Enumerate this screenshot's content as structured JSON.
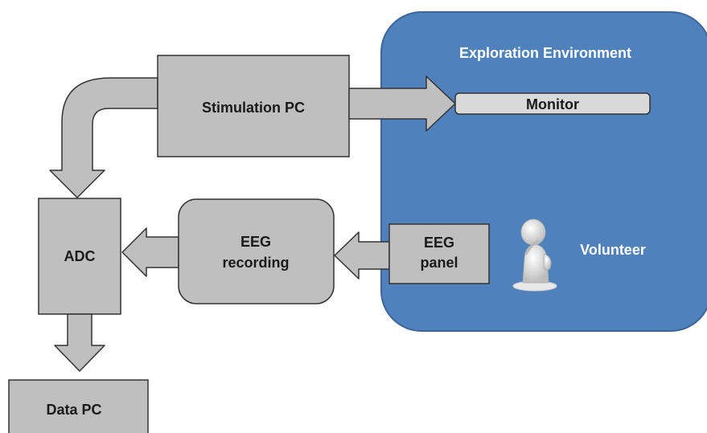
{
  "environment": {
    "title": "Exploration Environment",
    "volunteer_label": "Volunteer",
    "volunteer_icon": "person-icon",
    "fill_color": "#4f81bd",
    "border_color": "#3a669a"
  },
  "boxes": {
    "stimulation_pc": "Stimulation PC",
    "monitor": "Monitor",
    "adc": "ADC",
    "eeg_recording_line1": "EEG",
    "eeg_recording_line2": "recording",
    "eeg_panel_line1": "EEG",
    "eeg_panel_line2": "panel",
    "data_pc": "Data PC",
    "box_fill": "#bfbfbf",
    "box_border": "#333333"
  },
  "arrows": {
    "stimulation_to_monitor": "arrow-right-icon",
    "stimulation_to_adc": "arrow-curved-down-icon",
    "eeg_panel_to_recording": "arrow-left-icon",
    "recording_to_adc": "arrow-left-icon",
    "adc_to_data_pc": "arrow-down-icon"
  }
}
